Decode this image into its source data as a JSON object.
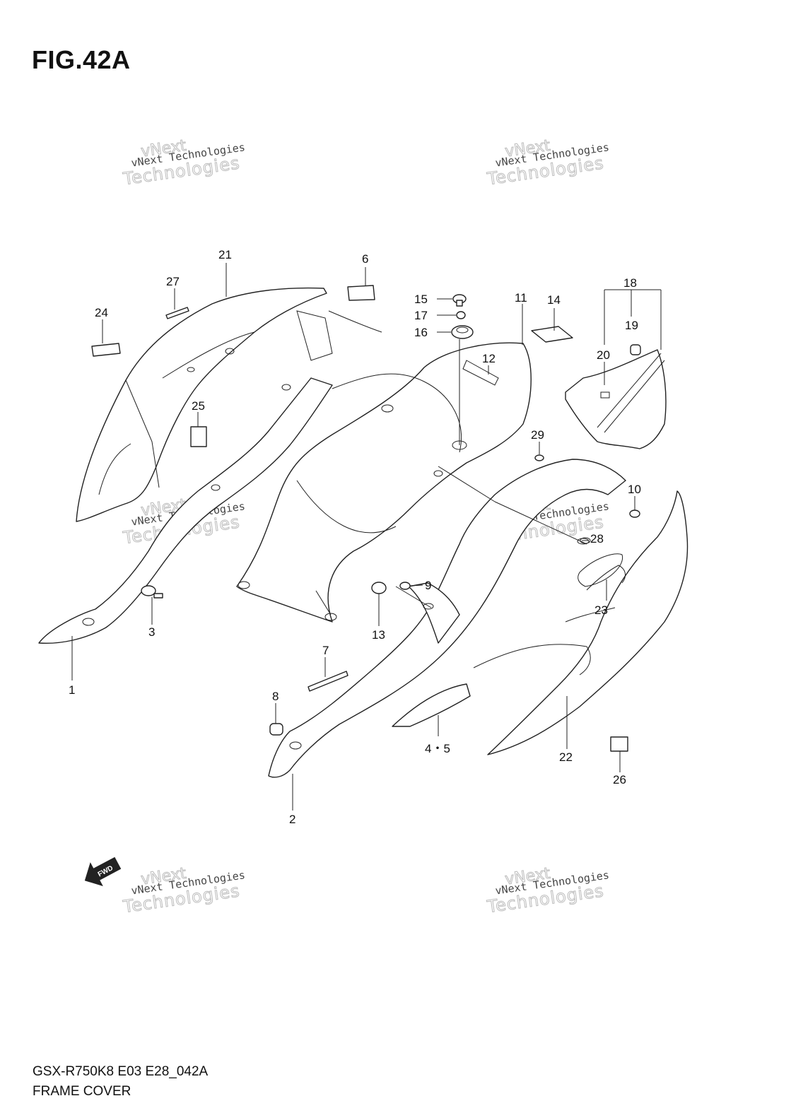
{
  "figure": {
    "title": "FIG.42A",
    "model_code": "GSX-R750K8 E03 E28_042A",
    "section_name": "FRAME COVER"
  },
  "watermark": {
    "line1": "vNext Technologies",
    "line2": "Technologies",
    "line3": "vNext"
  },
  "fwd_badge": "FWD",
  "callouts": [
    {
      "id": "c1",
      "label": "1"
    },
    {
      "id": "c2",
      "label": "2"
    },
    {
      "id": "c3",
      "label": "3"
    },
    {
      "id": "c45",
      "label": "4・5"
    },
    {
      "id": "c6",
      "label": "6"
    },
    {
      "id": "c7",
      "label": "7"
    },
    {
      "id": "c8",
      "label": "8"
    },
    {
      "id": "c9",
      "label": "9"
    },
    {
      "id": "c10",
      "label": "10"
    },
    {
      "id": "c11",
      "label": "11"
    },
    {
      "id": "c12",
      "label": "12"
    },
    {
      "id": "c13",
      "label": "13"
    },
    {
      "id": "c14",
      "label": "14"
    },
    {
      "id": "c15",
      "label": "15"
    },
    {
      "id": "c16",
      "label": "16"
    },
    {
      "id": "c17",
      "label": "17"
    },
    {
      "id": "c18",
      "label": "18"
    },
    {
      "id": "c19",
      "label": "19"
    },
    {
      "id": "c20",
      "label": "20"
    },
    {
      "id": "c21",
      "label": "21"
    },
    {
      "id": "c22",
      "label": "22"
    },
    {
      "id": "c23",
      "label": "23"
    },
    {
      "id": "c24",
      "label": "24"
    },
    {
      "id": "c25",
      "label": "25"
    },
    {
      "id": "c26",
      "label": "26"
    },
    {
      "id": "c27",
      "label": "27"
    },
    {
      "id": "c28",
      "label": "28"
    },
    {
      "id": "c29",
      "label": "29"
    }
  ]
}
